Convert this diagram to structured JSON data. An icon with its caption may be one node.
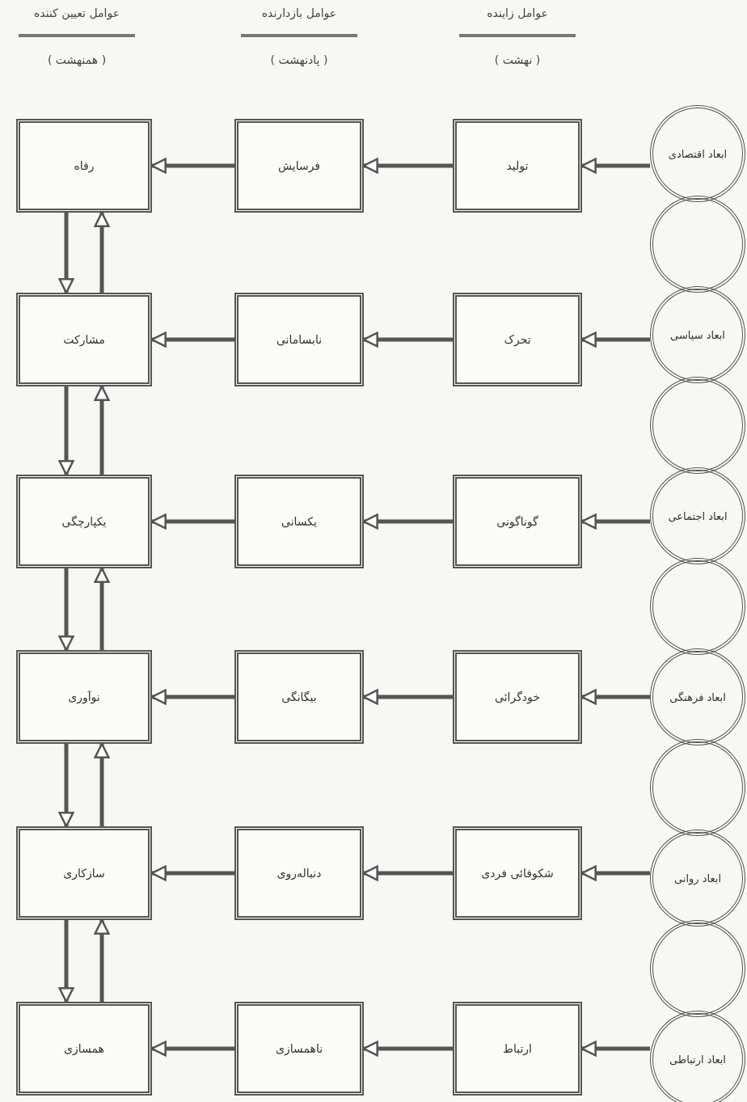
{
  "diagram": {
    "nodes": [
      {
        "text": [
          "ابعاد اقتصادی"
        ]
      },
      {
        "text": [],
        "shape": "circle"
      },
      {
        "text": [
          "ابعاد سیاسی"
        ]
      },
      {
        "text": [],
        "shape": "circle"
      },
      {
        "text": [
          "ابعاد اجتماعی"
        ]
      },
      {
        "text": [],
        "shape": "circle"
      },
      {
        "text": [
          "ابعاد فرهنگی"
        ]
      },
      {
        "text": [],
        "shape": "circle"
      },
      {
        "text": [
          "ابعاد روانی"
        ]
      },
      {
        "text": [],
        "shape": "circle"
      },
      {
        "text": [
          "ابعاد ارتباطی"
        ]
      },
      {
        "text": [
          "تولید"
        ]
      },
      {
        "text": [
          "فرسایش"
        ]
      },
      {
        "text": [
          "رفاه"
        ]
      },
      {
        "text": [
          "تحرک"
        ]
      },
      {
        "text": [
          "نابسامانی"
        ]
      },
      {
        "text": [
          "مشارکت"
        ]
      },
      {
        "text": [
          "گوناگونی"
        ]
      },
      {
        "text": [
          "یکسانی"
        ]
      },
      {
        "text": [
          "یکپارچگی"
        ]
      },
      {
        "text": [
          "خودگرائی"
        ]
      },
      {
        "text": [
          "بیگانگی"
        ]
      },
      {
        "text": [
          "نوآوری"
        ]
      },
      {
        "text": [
          "شکوفائی فردی"
        ]
      },
      {
        "text": [
          "دنباله‌روی"
        ]
      },
      {
        "text": [
          "سازکاری"
        ]
      },
      {
        "text": [
          "ارتباط"
        ]
      },
      {
        "text": [
          "ناهمسازی"
        ]
      },
      {
        "text": [
          "همسازی"
        ]
      }
    ],
    "edges": [
      {
        "from": 0,
        "to": 11,
        "arrow": "to"
      },
      {
        "from": 11,
        "to": 12,
        "arrow": "to"
      },
      {
        "from": 12,
        "to": 13,
        "arrow": "to"
      },
      {
        "from": 2,
        "to": 14,
        "arrow": "to"
      },
      {
        "from": 14,
        "to": 15,
        "arrow": "to"
      },
      {
        "from": 15,
        "to": 16,
        "arrow": "to"
      },
      {
        "from": 4,
        "to": 17,
        "arrow": "to"
      },
      {
        "from": 17,
        "to": 18,
        "arrow": "to"
      },
      {
        "from": 18,
        "to": 19,
        "arrow": "to"
      },
      {
        "from": 6,
        "to": 20,
        "arrow": "to"
      },
      {
        "from": 20,
        "to": 21,
        "arrow": "to"
      },
      {
        "from": 21,
        "to": 22,
        "arrow": "to"
      },
      {
        "from": 8,
        "to": 23,
        "arrow": "to"
      },
      {
        "from": 23,
        "to": 24,
        "arrow": "to"
      },
      {
        "from": 24,
        "to": 25,
        "arrow": "to"
      },
      {
        "from": 10,
        "to": 26,
        "arrow": "to"
      },
      {
        "from": 26,
        "to": 27,
        "arrow": "to"
      },
      {
        "from": 27,
        "to": 28,
        "arrow": "to"
      },
      {
        "from": 13,
        "to": 16,
        "arrow": "to"
      },
      {
        "from": 16,
        "to": 13,
        "arrow": "to"
      },
      {
        "from": 16,
        "to": 19,
        "arrow": "to"
      },
      {
        "from": 19,
        "to": 16,
        "arrow": "to"
      },
      {
        "from": 19,
        "to": 22,
        "arrow": "to"
      },
      {
        "from": 22,
        "to": 19,
        "arrow": "to"
      },
      {
        "from": 22,
        "to": 25,
        "arrow": "to"
      },
      {
        "from": 25,
        "to": 22,
        "arrow": "to"
      },
      {
        "from": 25,
        "to": 28,
        "arrow": "to"
      },
      {
        "from": 28,
        "to": 25,
        "arrow": "to"
      }
    ],
    "labels": [
      "عوامل زاینده",
      "عوامل بازدارنده",
      "عوامل تعیین کننده",
      "( نهشت )",
      "( پادنهشت )",
      "( همنهشت )"
    ]
  }
}
